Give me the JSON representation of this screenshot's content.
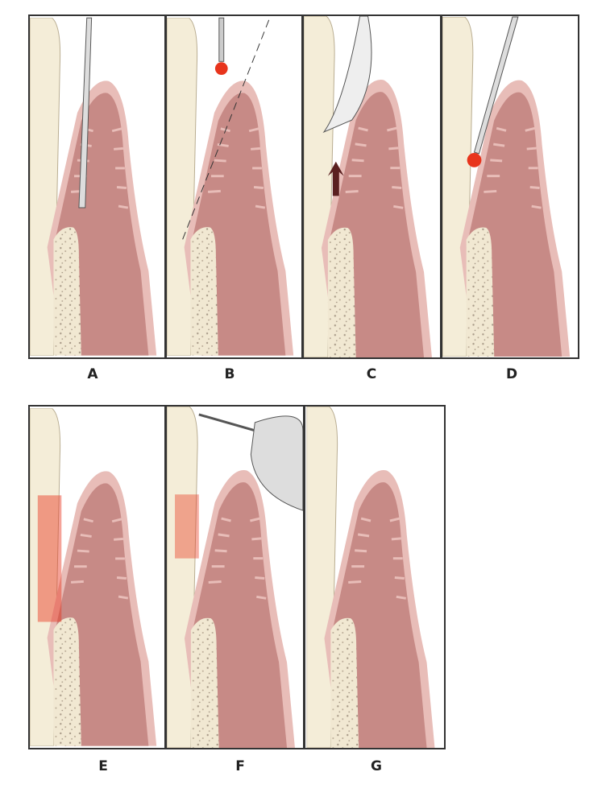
{
  "panels": [
    {
      "label": "A",
      "step": "probe-in-pocket"
    },
    {
      "label": "B",
      "step": "laser-incision-line"
    },
    {
      "label": "C",
      "step": "flap-elevation"
    },
    {
      "label": "D",
      "step": "laser-debridement"
    },
    {
      "label": "E",
      "step": "irradiated-root-surface"
    },
    {
      "label": "F",
      "step": "compression"
    },
    {
      "label": "G",
      "step": "healed-attachment"
    }
  ],
  "colors": {
    "tooth": "#f4edd8",
    "gum": "#c78a86",
    "gum_edge": "#e8bdb8",
    "bone": "#f1e8d2",
    "laser": "#e8341c",
    "frame": "#333333"
  }
}
